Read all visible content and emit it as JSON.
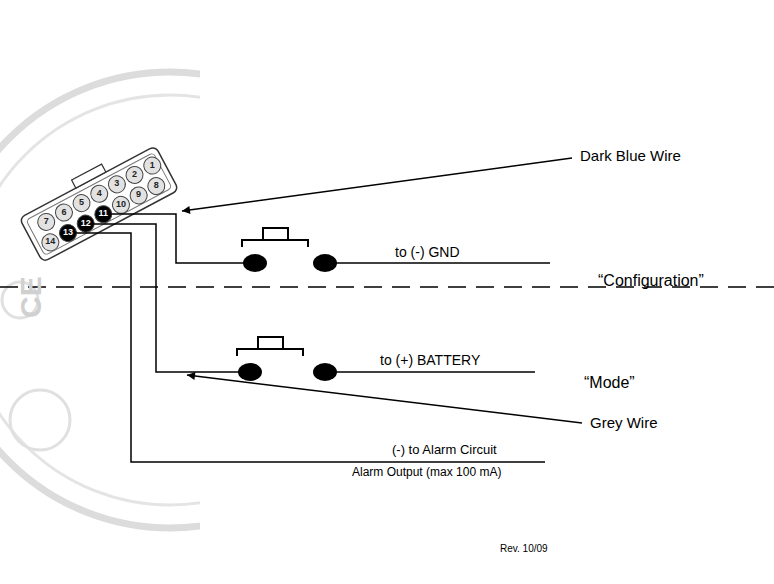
{
  "diagram": {
    "labels": [
      "1",
      "2",
      "3",
      "4",
      "5",
      "6",
      "7",
      "8",
      "9",
      "10",
      "11",
      "12",
      "13",
      "14",
      "Dark Blue Wire",
      "to (-) GND",
      "“Configuration”",
      "to (+) BATTERY",
      "“Mode”",
      "Grey Wire",
      "(-) to Alarm Circuit",
      "Alarm Output (max 100 mA)",
      "Rev. 10/09",
      "CE"
    ]
  }
}
